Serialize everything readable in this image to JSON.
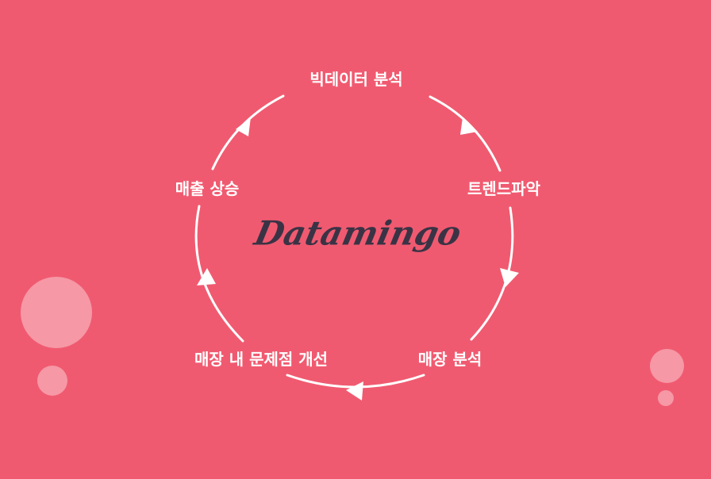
{
  "brand": {
    "name": "Datamingo"
  },
  "cycle": {
    "steps": [
      {
        "label": "빅데이터 분석"
      },
      {
        "label": "트렌드파악"
      },
      {
        "label": "매장 분석"
      },
      {
        "label": "매장 내 문제점 개선"
      },
      {
        "label": "매출 상승"
      }
    ]
  },
  "colors": {
    "background": "#f05a70",
    "ring": "#ffffff",
    "brand_text": "#3a3345",
    "bubble": "rgba(255,255,255,0.38)"
  }
}
